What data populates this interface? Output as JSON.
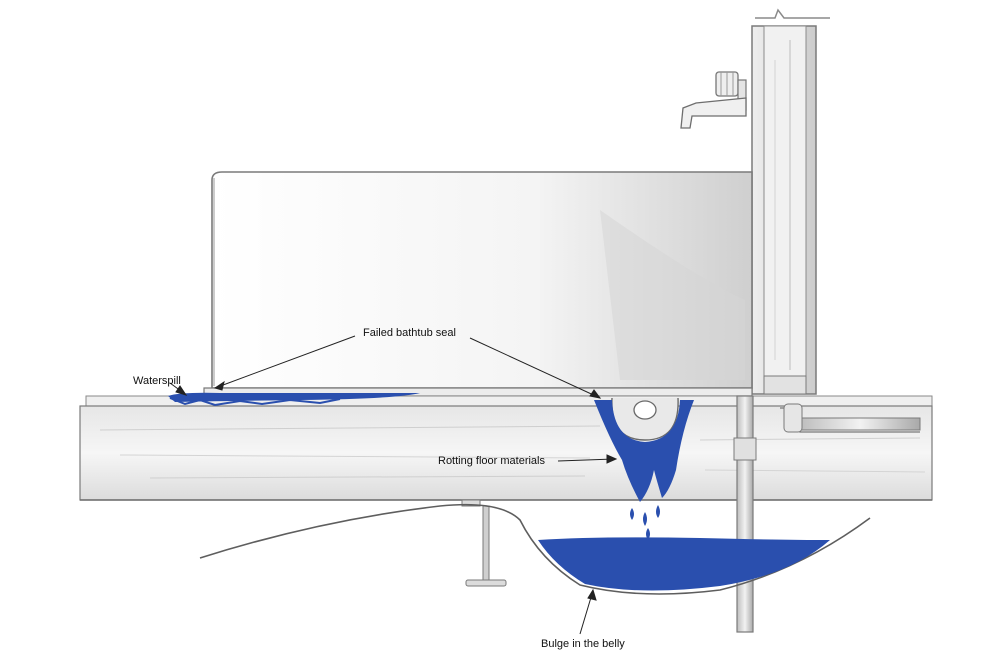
{
  "labels": {
    "waterspill": "Waterspill",
    "failed_seal": "Failed bathtub seal",
    "rotting": "Rotting floor materials",
    "bulge": "Bulge in the belly"
  },
  "colors": {
    "water": "#2a4fae",
    "line": "#6e6e6e",
    "shade": "#d9d9d9",
    "paper": "#ffffff"
  }
}
